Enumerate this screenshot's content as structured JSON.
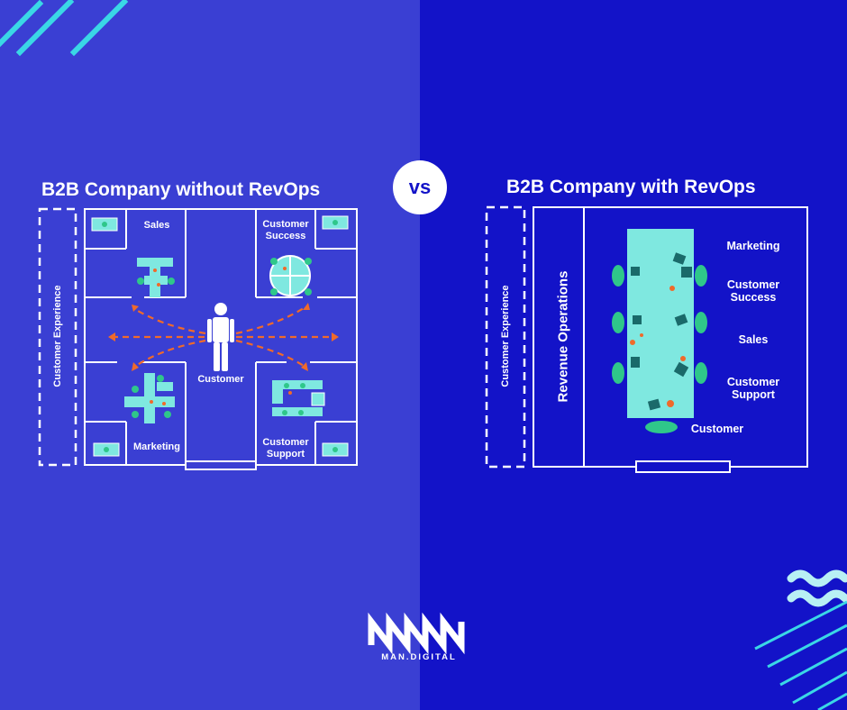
{
  "left": {
    "title": "B2B Company without RevOps",
    "side_label": "Customer Experience",
    "rooms": {
      "sales": "Sales",
      "customer_success": "Customer\nSuccess",
      "marketing": "Marketing",
      "customer_support": "Customer\nSupport",
      "customer": "Customer"
    }
  },
  "vs": "vs",
  "right": {
    "title": "B2B Company with RevOps",
    "side_label": "Customer Experience",
    "ops_label": "Revenue Operations",
    "teams": {
      "marketing": "Marketing",
      "customer_success": "Customer\nSuccess",
      "sales": "Sales",
      "customer_support": "Customer\nSupport",
      "customer": "Customer"
    }
  },
  "logo": {
    "text": "MAN.DIGITAL",
    "mark_icon": "zigzag-logo-icon"
  },
  "colors": {
    "left_bg": "#3a3fd3",
    "right_bg": "#1313c8",
    "accent_cyan": "#3ad7e6",
    "accent_orange": "#f06a2a",
    "desk_teal": "#7fe8e0",
    "person_green": "#2fc78a"
  }
}
